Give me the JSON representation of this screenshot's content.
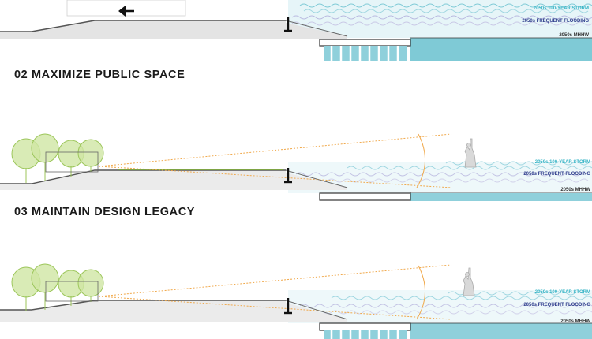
{
  "colors": {
    "storm": "#36b4c6",
    "frequent_flooding": "#2e3c8c",
    "mhhw": "#333333",
    "water": "#b8e3ea",
    "water_deep": "#7fcad6",
    "sightline": "#f0a84a",
    "lawn": "#8bbf3e",
    "tree_fill": "#cfe6a4",
    "tree_stroke": "#9cc65a",
    "ground": "#d6d6d6"
  },
  "icons": [
    "left-arrow-icon",
    "bollard-icon",
    "tree-icon",
    "statue-of-liberty-icon"
  ],
  "sections": [
    {
      "id": "01",
      "title": "",
      "levels": {
        "storm": "2050s 100-YEAR STORM",
        "frequent": "2050s FREQUENT FLOODING",
        "mhhw": "2050s MHHW"
      }
    },
    {
      "id": "02",
      "title": "02  MAXIMIZE PUBLIC SPACE",
      "levels": {
        "storm": "2050s 100-YEAR STORM",
        "frequent": "2050s FREQUENT FLOODING",
        "mhhw": "2050s MHHW"
      }
    },
    {
      "id": "03",
      "title": "03  MAINTAIN DESIGN LEGACY",
      "levels": {
        "storm": "2050s 100-YEAR STORM",
        "frequent": "2050s FREQUENT FLOODING",
        "mhhw": "2050s MHHW"
      }
    }
  ]
}
